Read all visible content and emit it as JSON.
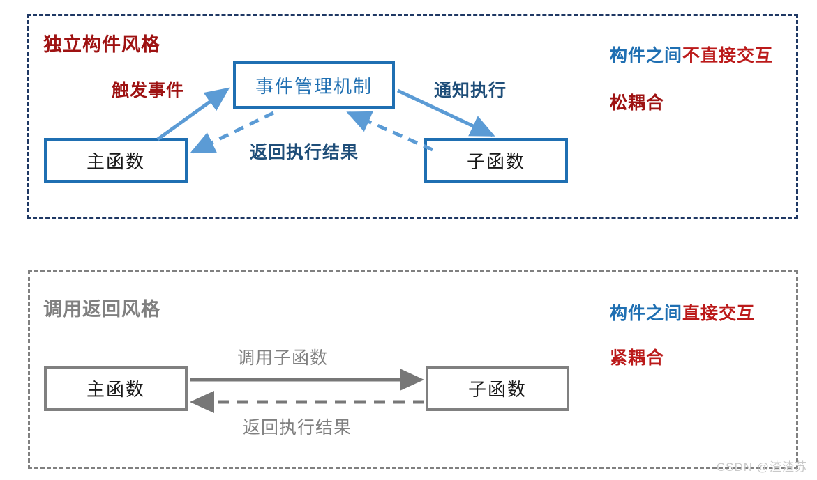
{
  "panels": {
    "event_style": {
      "title": "独立构件风格",
      "border_color": "#1f3864",
      "notes": [
        {
          "prefix": "构件之间",
          "emphasis": "不直接交互"
        },
        {
          "prefix": "",
          "emphasis": "松耦合"
        }
      ],
      "nodes": [
        {
          "id": "main-function",
          "label": "主函数"
        },
        {
          "id": "event-manager",
          "label": "事件管理机制"
        },
        {
          "id": "sub-function",
          "label": "子函数"
        }
      ],
      "edges": [
        {
          "id": "trigger-event",
          "label": "触发事件",
          "from": "main-function",
          "to": "event-manager",
          "style": "solid",
          "color": "#9e1212"
        },
        {
          "id": "notify-execute",
          "label": "通知执行",
          "from": "event-manager",
          "to": "sub-function",
          "style": "solid",
          "color": "#1f4e79"
        },
        {
          "id": "return-result-event",
          "label": "返回执行结果",
          "from": "sub-function",
          "to": "main-function",
          "style": "dashed",
          "color": "#1f4e79"
        }
      ]
    },
    "call_style": {
      "title": "调用返回风格",
      "border_color": "#808080",
      "notes": [
        {
          "prefix": "构件之间",
          "emphasis": "直接交互"
        },
        {
          "prefix": "",
          "emphasis": "紧耦合"
        }
      ],
      "nodes": [
        {
          "id": "main-function",
          "label": "主函数"
        },
        {
          "id": "sub-function",
          "label": "子函数"
        }
      ],
      "edges": [
        {
          "id": "call-sub-function",
          "label": "调用子函数",
          "from": "main-function",
          "to": "sub-function",
          "style": "solid",
          "color": "#808080"
        },
        {
          "id": "return-result-call",
          "label": "返回执行结果",
          "from": "sub-function",
          "to": "main-function",
          "style": "dashed",
          "color": "#808080"
        }
      ]
    }
  },
  "colors": {
    "accent_blue": "#1f6fb2",
    "dark_blue": "#1f4e79",
    "navy": "#1f3864",
    "dark_red": "#9e1212",
    "red": "#bb1a1a",
    "gray": "#808080"
  },
  "watermark": "CSDN @渣渣苏"
}
